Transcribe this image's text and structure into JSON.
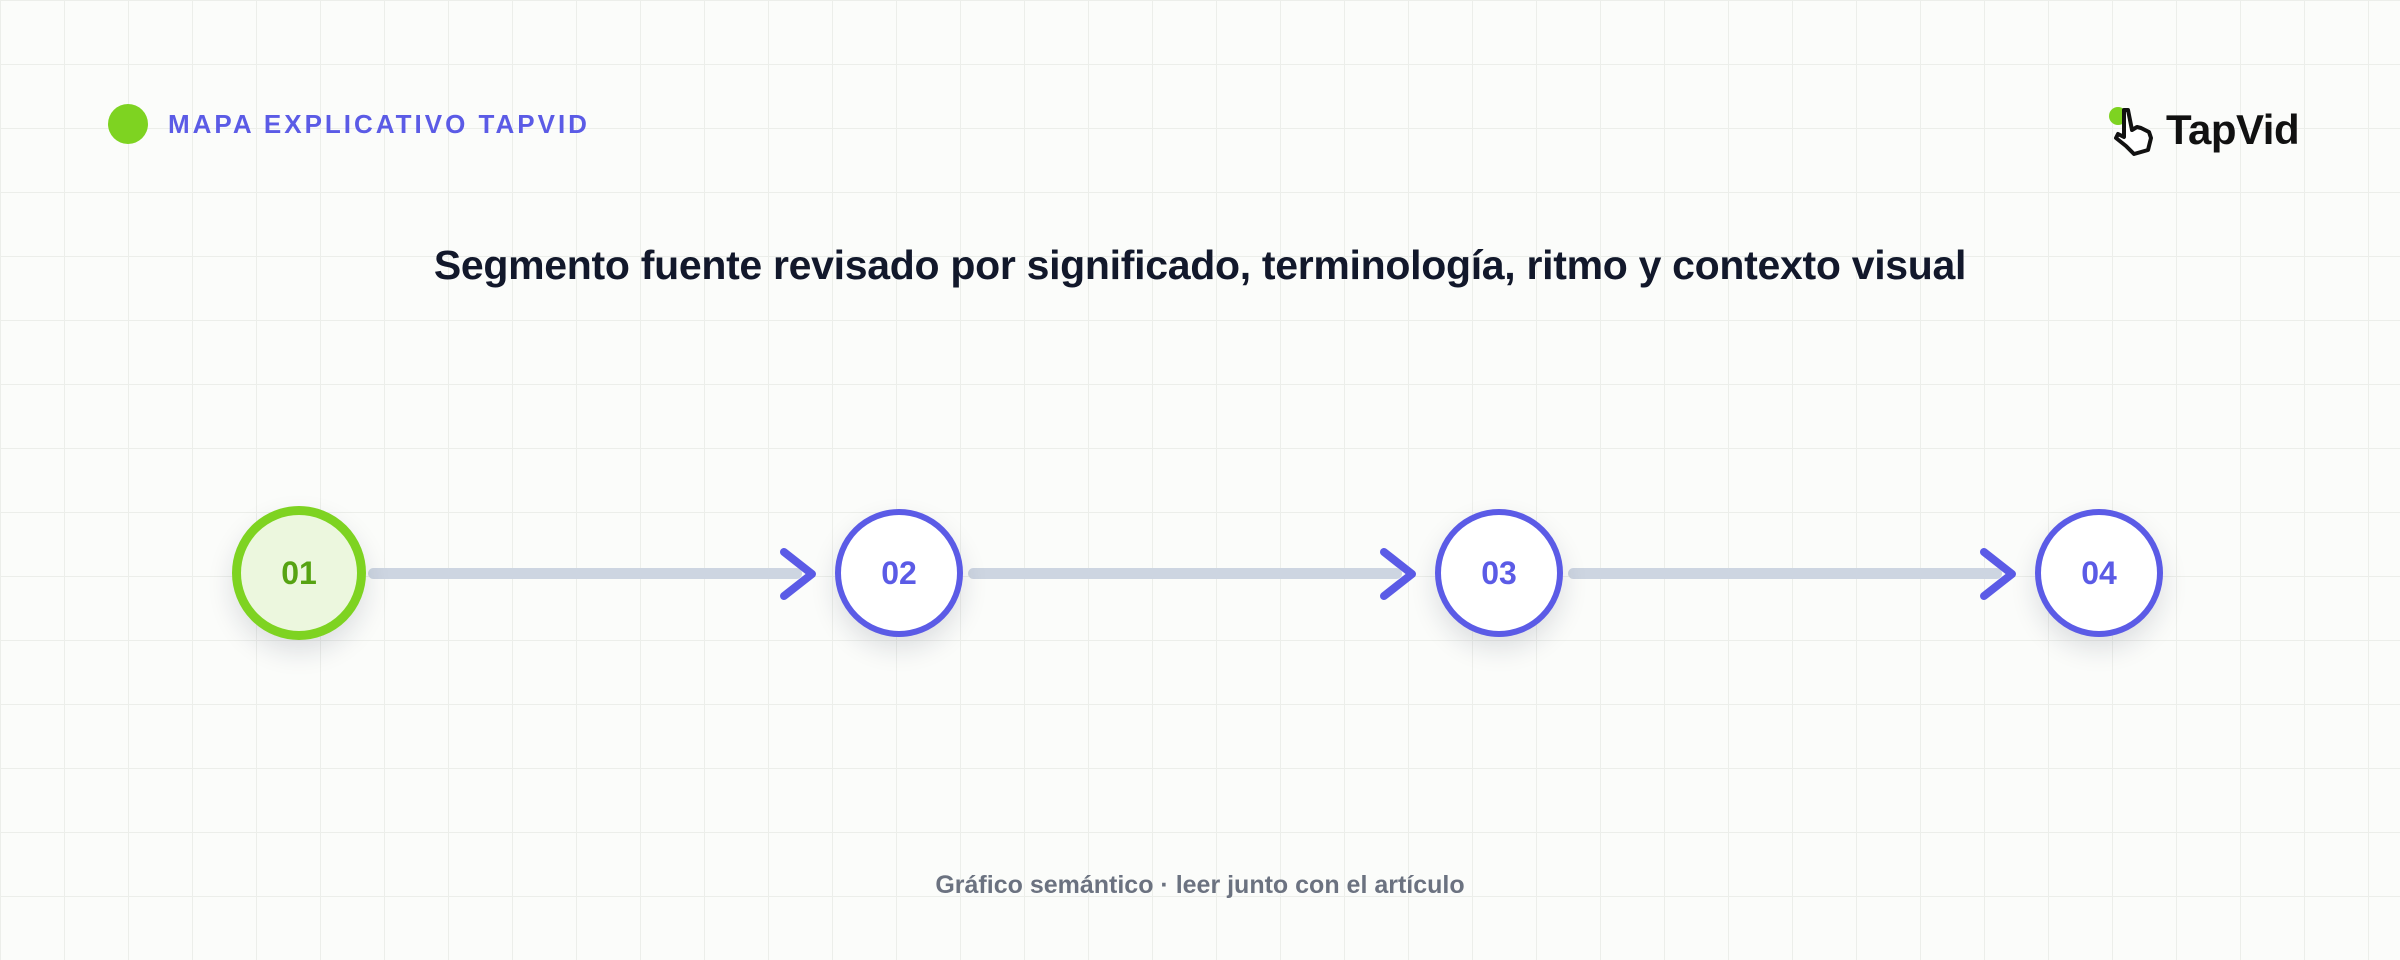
{
  "header": {
    "label": "MAPA EXPLICATIVO TAPVID",
    "logo_text": "TapVid"
  },
  "title": "Segmento fuente revisado por significado, terminología, ritmo y contexto visual",
  "steps": [
    {
      "number": "01",
      "active": true
    },
    {
      "number": "02",
      "active": false
    },
    {
      "number": "03",
      "active": false
    },
    {
      "number": "04",
      "active": false
    }
  ],
  "footer": "Gráfico semántico · leer junto con el artículo",
  "colors": {
    "accent": "#5b5be6",
    "brand_green": "#7ed321",
    "connector": "#cdd5e1",
    "title": "#12182b",
    "footer": "#6b7280"
  },
  "icons": {
    "header_marker": "green-dot-icon",
    "logo": "hand-cursor-icon",
    "arrows": "chevron-right-icon"
  }
}
